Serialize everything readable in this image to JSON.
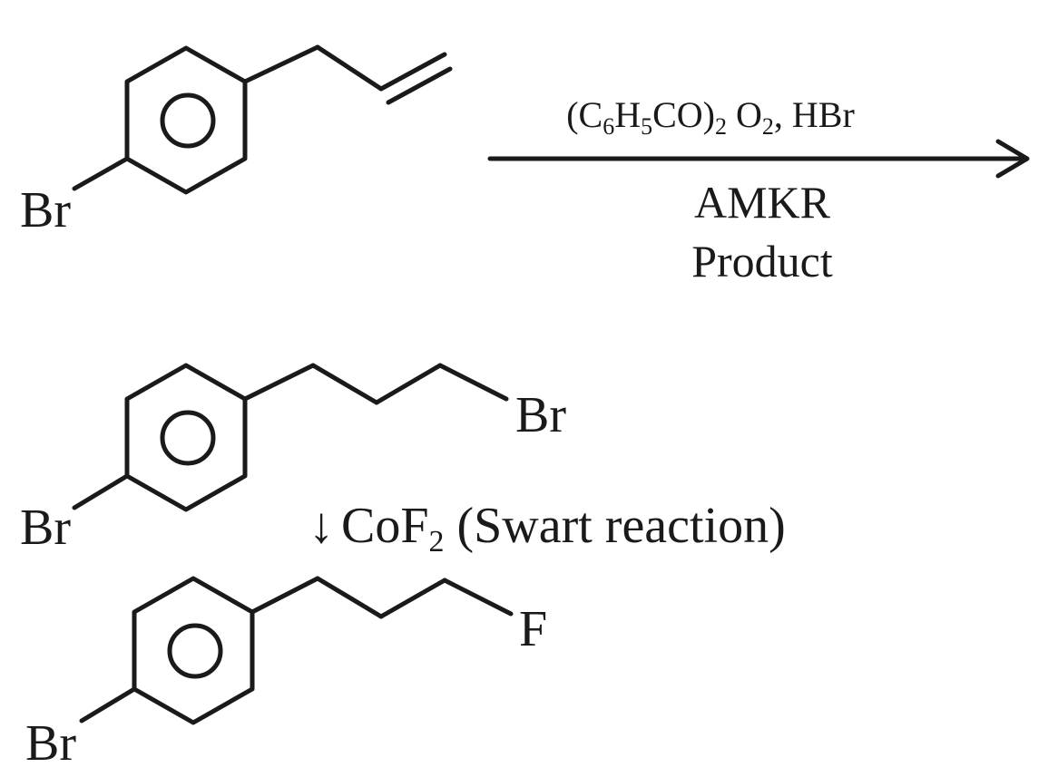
{
  "molecules": {
    "reactant": {
      "substituent_label": "Br"
    },
    "product": {
      "ring_label": "Br",
      "chain_label": "Br"
    },
    "final": {
      "ring_label": "Br",
      "chain_label": "F"
    }
  },
  "step1": {
    "reagent_parts": [
      "(C",
      "6",
      "H",
      "5",
      "CO)",
      "2",
      " O",
      "2",
      ", HBr"
    ],
    "condition": "AMKR",
    "note": "Product"
  },
  "step2": {
    "arrow": "↓",
    "reagent_parts": [
      "CoF",
      "2",
      " (Swart reaction)"
    ]
  }
}
